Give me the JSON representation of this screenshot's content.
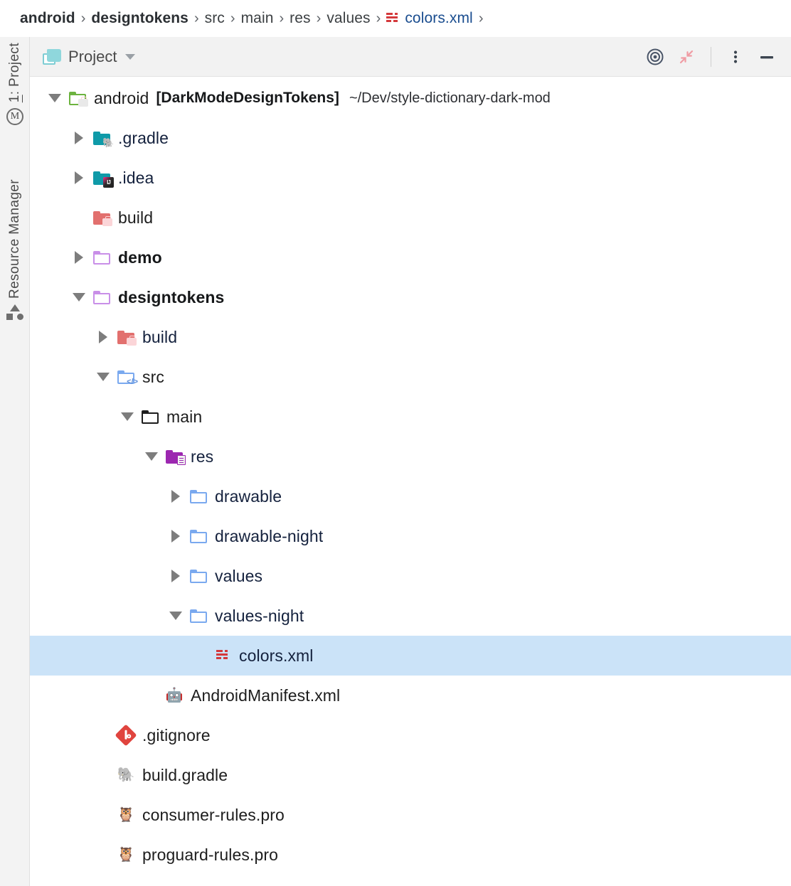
{
  "breadcrumb": {
    "name": "navigation-breadcrumb",
    "separator": "›",
    "items": [
      {
        "label": "android",
        "style": "bold",
        "icon": null
      },
      {
        "label": "designtokens",
        "style": "bold",
        "icon": null
      },
      {
        "label": "src",
        "style": "normal",
        "icon": null
      },
      {
        "label": "main",
        "style": "normal",
        "icon": null
      },
      {
        "label": "res",
        "style": "normal",
        "icon": null
      },
      {
        "label": "values",
        "style": "normal",
        "icon": null
      },
      {
        "label": "colors.xml",
        "style": "link",
        "icon": "xml-file-icon"
      }
    ],
    "trailing_separator": "›"
  },
  "tool_strip": {
    "tabs": [
      {
        "label_prefix": "1",
        "label": ": Project",
        "icon": "circled-m-icon"
      },
      {
        "label_prefix": "",
        "label": "Resource Manager",
        "icon": "shapes-icon"
      }
    ]
  },
  "panel": {
    "title": "Project",
    "title_icon": "stacked-folder-icon",
    "dropdown_icon": "chevron-down-icon",
    "actions": [
      {
        "name": "select-opened-file-icon",
        "tooltip": "Select Opened File"
      },
      {
        "name": "collapse-all-icon",
        "tooltip": "Collapse All"
      },
      {
        "name": "more-options-icon",
        "tooltip": "Options"
      },
      {
        "name": "hide-panel-icon",
        "tooltip": "Hide"
      }
    ]
  },
  "tree": {
    "rows": [
      {
        "indent": 0,
        "twisty": "down",
        "icon": "project-folder-icon",
        "icon_kind": "green-module",
        "label": "android",
        "label_style": "black",
        "sub": "[DarkModeDesignTokens]",
        "path": "~/Dev/style-dictionary-dark-mod",
        "selected": false
      },
      {
        "indent": 1,
        "twisty": "right",
        "icon": "gradle-folder-icon",
        "icon_kind": "teal-gradle",
        "label": ".gradle",
        "label_style": "navy",
        "sub": "",
        "path": "",
        "selected": false
      },
      {
        "indent": 1,
        "twisty": "right",
        "icon": "idea-folder-icon",
        "icon_kind": "teal-ij",
        "label": ".idea",
        "label_style": "navy",
        "sub": "",
        "path": "",
        "selected": false
      },
      {
        "indent": 1,
        "twisty": "none",
        "icon": "build-folder-icon",
        "icon_kind": "red-build",
        "label": "build",
        "label_style": "black",
        "sub": "",
        "path": "",
        "selected": false
      },
      {
        "indent": 1,
        "twisty": "right",
        "icon": "module-folder-icon",
        "icon_kind": "purple",
        "label": "demo",
        "label_style": "bold",
        "sub": "",
        "path": "",
        "selected": false
      },
      {
        "indent": 1,
        "twisty": "down",
        "icon": "module-folder-icon",
        "icon_kind": "purple",
        "label": "designtokens",
        "label_style": "bold",
        "sub": "",
        "path": "",
        "selected": false
      },
      {
        "indent": 2,
        "twisty": "right",
        "icon": "build-folder-icon",
        "icon_kind": "red-build",
        "label": "build",
        "label_style": "navy",
        "sub": "",
        "path": "",
        "selected": false
      },
      {
        "indent": 2,
        "twisty": "down",
        "icon": "source-folder-icon",
        "icon_kind": "blue-src",
        "label": "src",
        "label_style": "black",
        "sub": "",
        "path": "",
        "selected": false
      },
      {
        "indent": 3,
        "twisty": "down",
        "icon": "folder-icon",
        "icon_kind": "black",
        "label": "main",
        "label_style": "black",
        "sub": "",
        "path": "",
        "selected": false
      },
      {
        "indent": 4,
        "twisty": "down",
        "icon": "res-folder-icon",
        "icon_kind": "magenta-res",
        "label": "res",
        "label_style": "navy",
        "sub": "",
        "path": "",
        "selected": false
      },
      {
        "indent": 5,
        "twisty": "right",
        "icon": "folder-icon",
        "icon_kind": "blue",
        "label": "drawable",
        "label_style": "navy",
        "sub": "",
        "path": "",
        "selected": false
      },
      {
        "indent": 5,
        "twisty": "right",
        "icon": "folder-icon",
        "icon_kind": "blue",
        "label": "drawable-night",
        "label_style": "navy",
        "sub": "",
        "path": "",
        "selected": false
      },
      {
        "indent": 5,
        "twisty": "right",
        "icon": "folder-icon",
        "icon_kind": "blue",
        "label": "values",
        "label_style": "navy",
        "sub": "",
        "path": "",
        "selected": false
      },
      {
        "indent": 5,
        "twisty": "down",
        "icon": "folder-icon",
        "icon_kind": "blue",
        "label": "values-night",
        "label_style": "navy",
        "sub": "",
        "path": "",
        "selected": false
      },
      {
        "indent": 6,
        "twisty": "none",
        "icon": "xml-file-icon",
        "icon_kind": "xml",
        "label": "colors.xml",
        "label_style": "navy",
        "sub": "",
        "path": "",
        "selected": true
      },
      {
        "indent": 4,
        "twisty": "none",
        "icon": "android-manifest-icon",
        "icon_kind": "droid",
        "label": "AndroidManifest.xml",
        "label_style": "black",
        "sub": "",
        "path": "",
        "selected": false
      },
      {
        "indent": 2,
        "twisty": "none",
        "icon": "git-icon",
        "icon_kind": "git",
        "label": ".gitignore",
        "label_style": "black",
        "sub": "",
        "path": "",
        "selected": false
      },
      {
        "indent": 2,
        "twisty": "none",
        "icon": "gradle-file-icon",
        "icon_kind": "elephant",
        "label": "build.gradle",
        "label_style": "black",
        "sub": "",
        "path": "",
        "selected": false
      },
      {
        "indent": 2,
        "twisty": "none",
        "icon": "proguard-icon",
        "icon_kind": "owl",
        "label": "consumer-rules.pro",
        "label_style": "black",
        "sub": "",
        "path": "",
        "selected": false
      },
      {
        "indent": 2,
        "twisty": "none",
        "icon": "proguard-icon",
        "icon_kind": "owl",
        "label": "proguard-rules.pro",
        "label_style": "black",
        "sub": "",
        "path": "",
        "selected": false
      }
    ]
  },
  "colors": {
    "selection": "#cbe3f8",
    "link": "#14213d",
    "xml_red": "#d4393c",
    "module_purple": "#c98fe8",
    "res_magenta": "#9c27b0",
    "folder_blue": "#7aa9ef",
    "teal": "#22b0bd",
    "build_red": "#e2706e",
    "android_green": "#6cb33f"
  }
}
